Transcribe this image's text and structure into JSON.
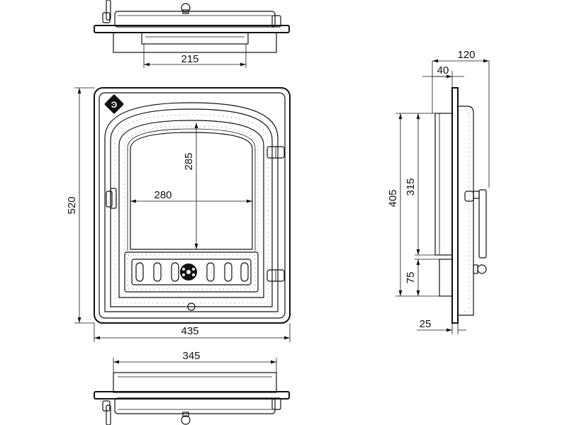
{
  "dimensions": {
    "top_width": "215",
    "front_height": "520",
    "front_width": "435",
    "glass_height": "285",
    "glass_width": "280",
    "bottom_width": "345",
    "side_depth_total": "120",
    "side_depth_frame": "40",
    "side_height_outer": "405",
    "side_height_inner": "315",
    "side_vent_height": "75",
    "side_flange": "25"
  }
}
